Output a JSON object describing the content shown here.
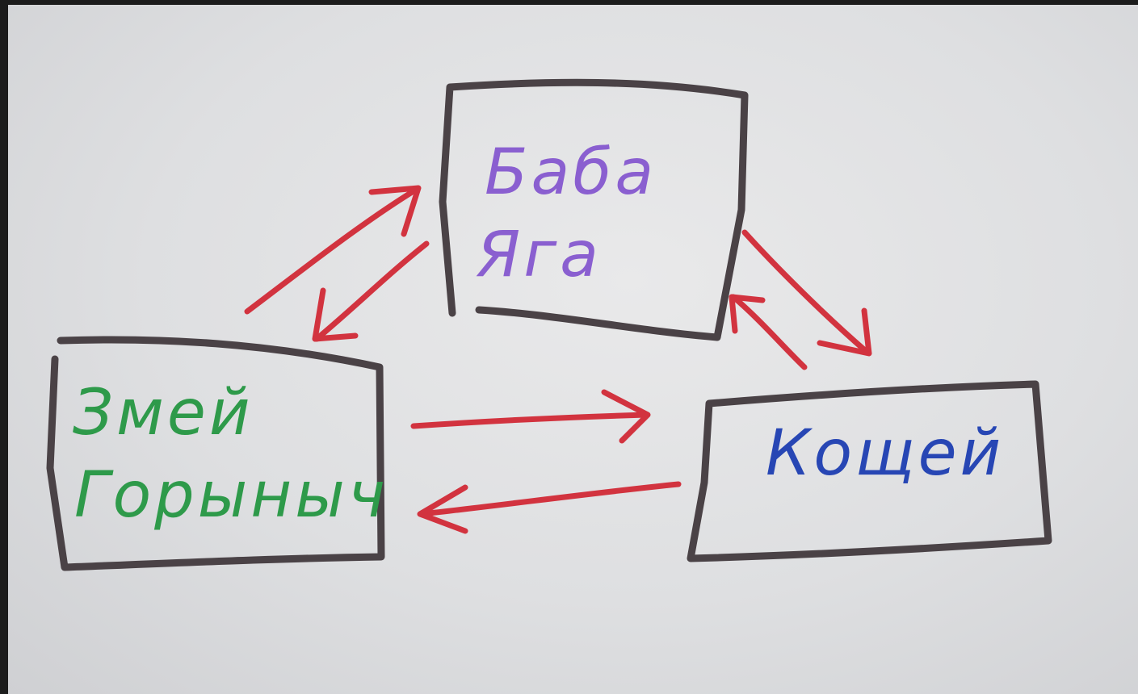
{
  "nodes": [
    {
      "id": "baba-yaga",
      "lines": [
        "Баба",
        "Яга"
      ],
      "color": "#8a5fd0"
    },
    {
      "id": "zmei-gorynych",
      "lines": [
        "Змей",
        "Горыныч"
      ],
      "color": "#2e9a4a"
    },
    {
      "id": "koschei",
      "lines": [
        "Кощей"
      ],
      "color": "#2746b4"
    }
  ],
  "edges": [
    {
      "from": "zmei-gorynych",
      "to": "baba-yaga"
    },
    {
      "from": "baba-yaga",
      "to": "zmei-gorynych"
    },
    {
      "from": "baba-yaga",
      "to": "koschei"
    },
    {
      "from": "koschei",
      "to": "baba-yaga"
    },
    {
      "from": "zmei-gorynych",
      "to": "koschei"
    },
    {
      "from": "koschei",
      "to": "zmei-gorynych"
    }
  ],
  "colors": {
    "box_outline": "#4a4246",
    "arrow": "#d2333f",
    "paper": "#e4e5e7"
  }
}
